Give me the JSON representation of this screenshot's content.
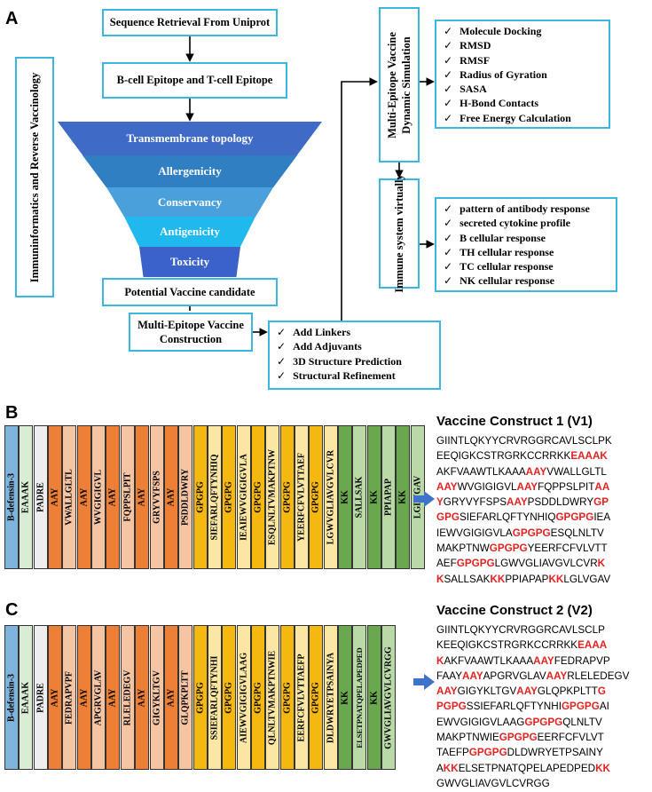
{
  "panel_a": {
    "letter": "A",
    "left_label": "Immuninformatics and Reverse Vaccinology",
    "seq_retrieval": "Sequence Retrieval From Uniprot",
    "epitope": "B-cell Epitope and T-cell Epitope",
    "funnel": [
      "Transmembrane topology",
      "Allergenicity",
      "Conservancy",
      "Antigenicity",
      "Toxicity"
    ],
    "candidate": "Potential Vaccine candidate",
    "construction": "Multi-Epitope Vaccine Construction",
    "construction_steps": [
      "Add Linkers",
      "Add Adjuvants",
      "3D Structure Prediction",
      "Structural  Refinement"
    ],
    "simulation_label": "Multi-Epitope Vaccine Dynamic Simulation",
    "simulation_items": [
      "Molecule Docking",
      "RMSD",
      "RMSF",
      "Radius of Gyration",
      "SASA",
      "H-Bond Contacts",
      "Free Energy Calculation"
    ],
    "immune_label": "Immune system virtually",
    "immune_items": [
      "pattern of antibody response",
      "secreted cytokine profile",
      "B cellular response",
      "TH cellular response",
      "TC cellular response",
      "NK cellular response"
    ]
  },
  "panel_b": {
    "letter": "B",
    "bars": [
      "B-defensin-3",
      "EAAAK",
      "PADRE",
      "AAY",
      "VWALLGLTL",
      "AAY",
      "WVGIGIGVL",
      "AAY",
      "FQPPSLPIT",
      "AAY",
      "GRYVYFSPS",
      "AAY",
      "PSDDLDWRY",
      "GPGPG",
      "SIEFARLQFTYNHIQ",
      "GPGPG",
      "IEAIEWVGIGIGVLA",
      "GPGPG",
      "ESQLNLTVMAKPTNW",
      "GPGPG",
      "YEERFCFVLVTTAEF",
      "GPGPG",
      "LGWVGLIAVGVLCVR",
      "KK",
      "SALLSAK",
      "KK",
      "PPIAPAP",
      "KK",
      "LGLVGAV"
    ],
    "title": "Vaccine Construct 1 (V1)",
    "sequence": [
      [
        [
          "GIINTLQKYYCRVRGGRCAVLSCLPK",
          0
        ]
      ],
      [
        [
          "EEQIGKCSTRGRKCCRRKK",
          0
        ],
        [
          "EAAAK",
          1
        ]
      ],
      [
        [
          "AKFVAAWTLKAAA",
          0
        ],
        [
          "AAY",
          1
        ],
        [
          "VWALLGLTL",
          0
        ]
      ],
      [
        [
          "AAY",
          1
        ],
        [
          "WVGIGIGVL",
          0
        ],
        [
          "AAY",
          1
        ],
        [
          "FQPPSLPIT",
          0
        ],
        [
          "AA",
          1
        ]
      ],
      [
        [
          "Y",
          1
        ],
        [
          "GRYVYFSPS",
          0
        ],
        [
          "AAY",
          1
        ],
        [
          "PSDDLDWRY",
          0
        ],
        [
          "GP",
          1
        ]
      ],
      [
        [
          "GPG",
          1
        ],
        [
          "SIEFARLQFTYNHIQ",
          0
        ],
        [
          "GPGPG",
          1
        ],
        [
          "IEA",
          0
        ]
      ],
      [
        [
          "IEWVGIGIGVLA",
          0
        ],
        [
          "GPGPG",
          1
        ],
        [
          "ESQLNLTV",
          0
        ]
      ],
      [
        [
          "MAKPTNW",
          0
        ],
        [
          "GPGPG",
          1
        ],
        [
          "YEERFCFVLVTT",
          0
        ]
      ],
      [
        [
          "AEF",
          0
        ],
        [
          "GPGPG",
          1
        ],
        [
          "LGWVGLIAVGVLCVR",
          0
        ],
        [
          "K",
          1
        ]
      ],
      [
        [
          "K",
          1
        ],
        [
          "SALLSAK",
          0
        ],
        [
          "KK",
          1
        ],
        [
          "PPIAPAP",
          0
        ],
        [
          "KK",
          1
        ],
        [
          "LGLVGAV",
          0
        ]
      ]
    ]
  },
  "panel_c": {
    "letter": "C",
    "bars": [
      "B-defensin-3",
      "EAAAK",
      "PADRE",
      "AAY",
      "FEDRAPVPF",
      "AAY",
      "APGRVGLAV",
      "AAY",
      "RLELEDEGV",
      "AAY",
      "GIGYKLTGV",
      "AAY",
      "GLQPKPLTT",
      "GPGPG",
      "SSIEFARLQFTYNHI",
      "GPGPG",
      "AIEWVGIGIGVLAAG",
      "GPGPG",
      "QLNLTVMAKPTNWIE",
      "GPGPG",
      "EERFCFVLVTTAEFP",
      "GPGPG",
      "DLDWRYETPSAINYA",
      "KK",
      "ELSETPNATQPELAPEDPED",
      "KK",
      "GWVGLIAVGVLCVRGG"
    ],
    "title": "Vaccine Construct 2 (V2)",
    "sequence": [
      [
        [
          "GIINTLQKYYCRVRGGRCAVLSCLP",
          0
        ]
      ],
      [
        [
          "KEEQIGKCSTRGRKCCRRKK",
          0
        ],
        [
          "EAAA",
          1
        ]
      ],
      [
        [
          "K",
          1
        ],
        [
          "AKFVAAWTLKAAA",
          0
        ],
        [
          "AAY",
          1
        ],
        [
          "FEDRAPVP",
          0
        ]
      ],
      [
        [
          "FAAY",
          0
        ],
        [
          "AAY",
          1
        ],
        [
          "APGRVGLAV",
          0
        ],
        [
          "AAY",
          1
        ],
        [
          "RLELEDEGV",
          0
        ]
      ],
      [
        [
          "AAY",
          1
        ],
        [
          "GIGYKLTGV",
          0
        ],
        [
          "AAY",
          1
        ],
        [
          "GLQPKPLTT",
          0
        ],
        [
          "G",
          1
        ]
      ],
      [
        [
          "PGPG",
          1
        ],
        [
          "SSIEFARLQFTYNHI",
          0
        ],
        [
          "GPGPG",
          1
        ],
        [
          "AI",
          0
        ]
      ],
      [
        [
          "EWVGIGIGVLAAG",
          0
        ],
        [
          "GPGPG",
          1
        ],
        [
          "QLNLTV",
          0
        ]
      ],
      [
        [
          "MAKPTNWIE",
          0
        ],
        [
          "GPGPG",
          1
        ],
        [
          "EERFCFVLVT",
          0
        ]
      ],
      [
        [
          "TAEFP",
          0
        ],
        [
          "GPGPG",
          1
        ],
        [
          "DLDWRYETPSAINY",
          0
        ]
      ],
      [
        [
          "A",
          0
        ],
        [
          "KK",
          1
        ],
        [
          "ELSETPNATQPELAPEDPED",
          0
        ],
        [
          "KK",
          1
        ]
      ],
      [
        [
          "GWVGLIAVGVLCVRGG",
          0
        ]
      ]
    ]
  },
  "colors": {
    "box_border": "#3bb6e0",
    "funnel": [
      "#3f6bc7",
      "#2f7fc2",
      "#4aa0db",
      "#1fb9ee",
      "#3a62c8"
    ],
    "arrow": "#3f73c9",
    "highlight": "#e32222",
    "adjuvant": "#7fb4dc",
    "eaaak": "#d9ecd4",
    "padre": "#eeeeee",
    "aay": "#ee7f37",
    "ctl": "#f5c4a3",
    "gpgpg": "#f5b80f",
    "htl": "#fbe7a3",
    "kk": "#6aa84f",
    "bcell": "#b9d9a7"
  }
}
